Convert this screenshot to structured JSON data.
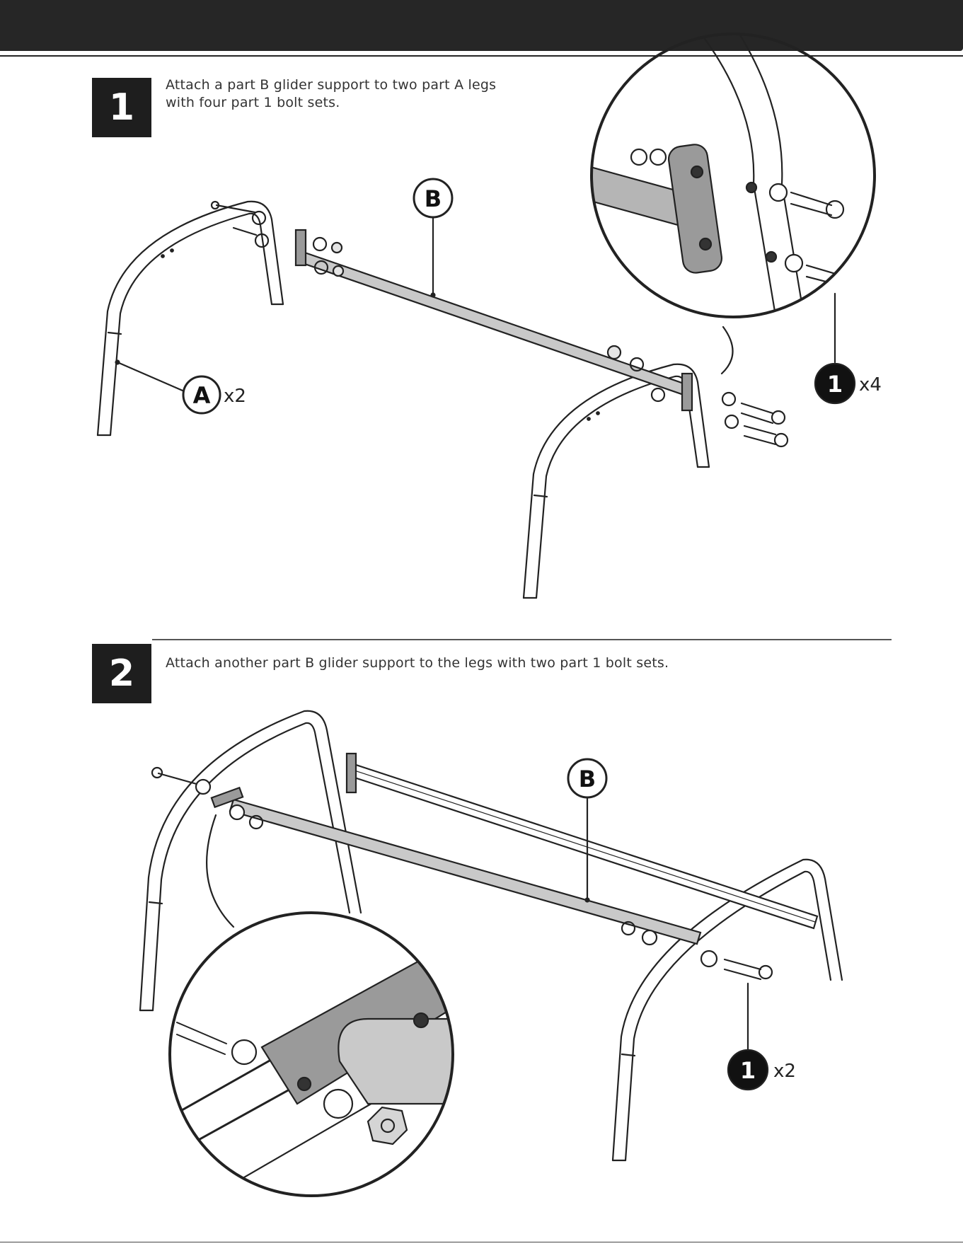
{
  "steps": [
    {
      "number": "1",
      "instruction_line1": "Attach a part B glider support to two part A legs",
      "instruction_line2": "with four part 1 bolt sets.",
      "callouts": {
        "part_b": "B",
        "part_a": "A",
        "part_a_qty": "x2",
        "part_1": "1",
        "part_1_qty": "x4"
      }
    },
    {
      "number": "2",
      "instruction": "Attach another part B glider support to the legs with two part 1 bolt sets.",
      "callouts": {
        "part_b": "B",
        "part_1": "1",
        "part_1_qty": "x2"
      }
    }
  ]
}
